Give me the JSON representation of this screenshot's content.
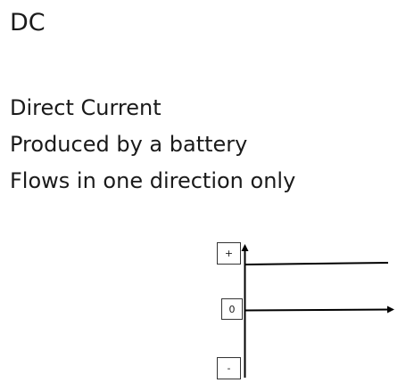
{
  "slide": {
    "title": "DC",
    "bullets": [
      "Direct Current",
      "Produced by a battery",
      "Flows in one direction only"
    ]
  },
  "diagram": {
    "axis_labels": {
      "positive": "+",
      "zero": "0",
      "negative": "-"
    },
    "line_color": "#000000"
  }
}
